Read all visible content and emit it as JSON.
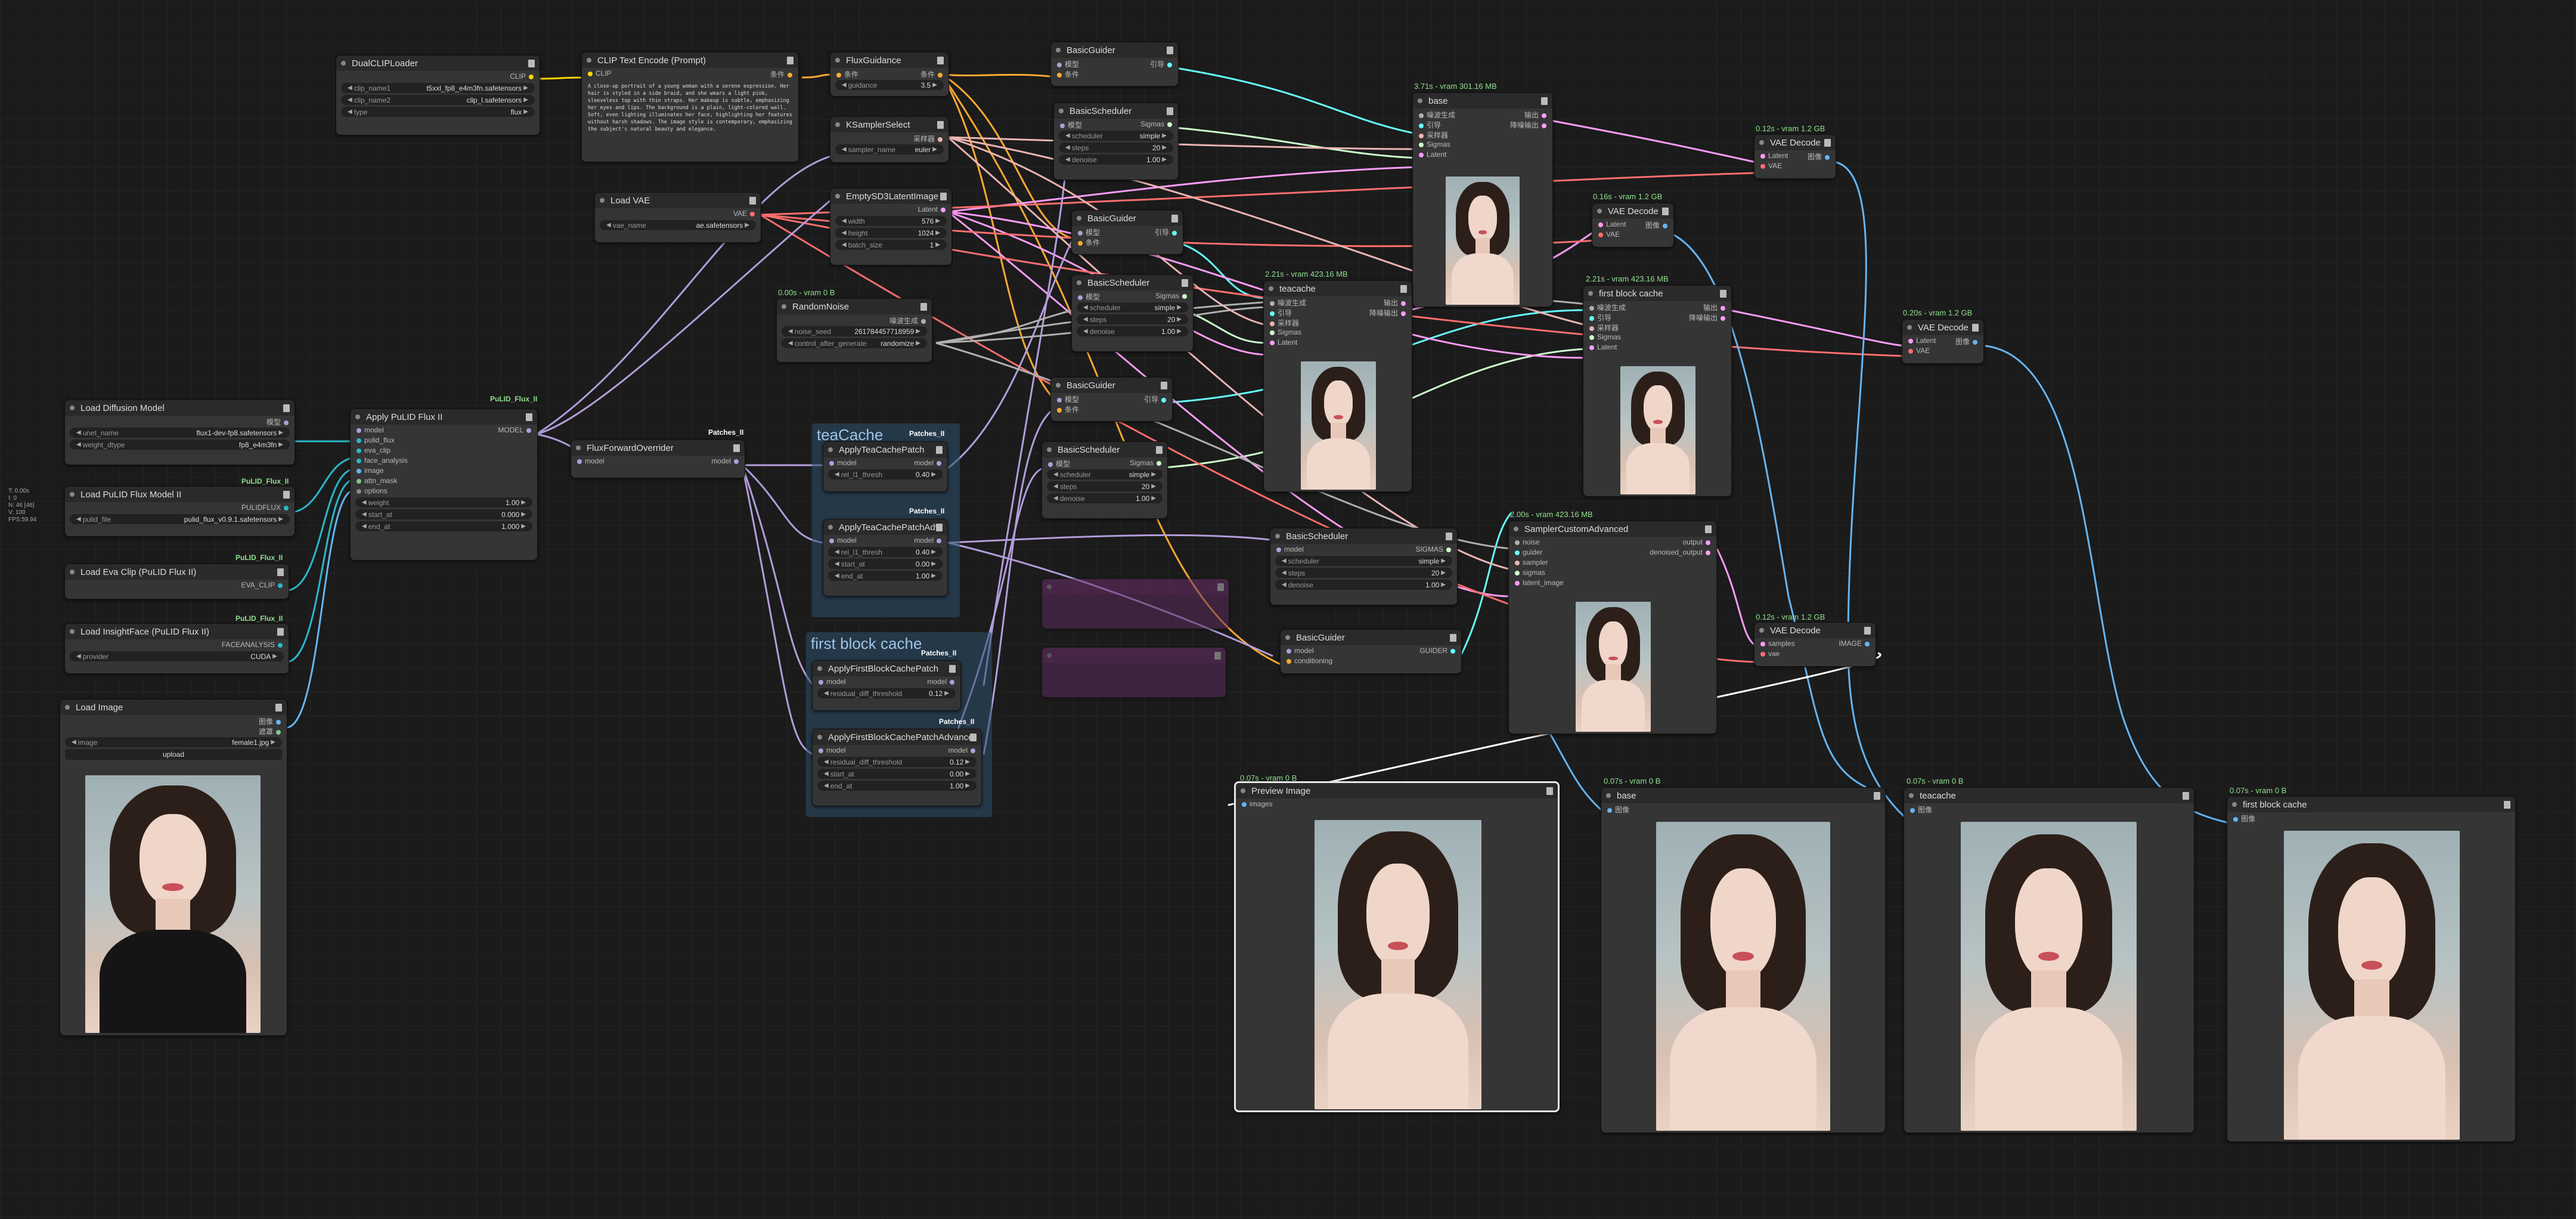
{
  "ui": {
    "side_stats": [
      "T: 0.00s",
      "I: 0",
      "N: 46 [46]",
      "V: 100",
      "FPS:59.94"
    ],
    "colors": {
      "clip": "#ffd500",
      "model": "#b39ddb",
      "conditioning": "#ffa931",
      "latent": "#ff9cf9",
      "vae": "#ff6e6e",
      "image": "#64b5f6",
      "sigmas": "#cdffcd",
      "guider": "#66ffff",
      "noise": "#b0b0b0",
      "sampler": "#ecb4b4",
      "pulid": "#2ab7ca",
      "bypass": "#8b3a8b"
    }
  },
  "groups": {
    "teacache": "teaCache",
    "fbc": "first block cache"
  },
  "nodes": {
    "dualclip": {
      "title": "DualCLIPLoader",
      "out": "CLIP",
      "clip_name1_l": "clip_name1",
      "clip_name1_v": "t5xxl_fp8_e4m3fn.safetensors",
      "clip_name2_l": "clip_name2",
      "clip_name2_v": "clip_l.safetensors",
      "type_l": "type",
      "type_v": "flux"
    },
    "cliptext": {
      "title": "CLIP Text Encode (Prompt)",
      "in": "CLIP",
      "out": "条件",
      "prompt": "A close-up portrait of a young woman with a serene expression. Her hair is styled in a side braid, and she wears a light pink, sleeveless top with thin straps. Her makeup is subtle, emphasizing her eyes and lips. The background is a plain, light-colored wall. Soft, even lighting illuminates her face, highlighting her features without harsh shadows. The image style is contemporary, emphasizing the subject's natural beauty and elegance."
    },
    "fluxguidance": {
      "title": "FluxGuidance",
      "in": "条件",
      "out": "条件",
      "g_l": "guidance",
      "g_v": "3.5"
    },
    "ksamplerselect": {
      "title": "KSamplerSelect",
      "out": "采样器",
      "s_l": "sampler_name",
      "s_v": "euler"
    },
    "loadvae": {
      "title": "Load VAE",
      "out": "VAE",
      "v_l": "vae_name",
      "v_v": "ae.safetensors"
    },
    "emptylatent": {
      "title": "EmptySD3LatentImage",
      "out": "Latent",
      "w_l": "width",
      "w_v": "576",
      "h_l": "height",
      "h_v": "1024",
      "b_l": "batch_size",
      "b_v": "1"
    },
    "randomnoise": {
      "title": "RandomNoise",
      "stat": "0.00s - vram 0 B",
      "out": "噪波生成",
      "n_l": "noise_seed",
      "n_v": "261784457718959",
      "c_l": "control_after_generate",
      "c_v": "randomize"
    },
    "guider1": {
      "title": "BasicGuider",
      "in1": "模型",
      "in2": "条件",
      "out": "引导"
    },
    "sched1": {
      "title": "BasicScheduler",
      "in": "模型",
      "out": "Sigmas",
      "s_l": "scheduler",
      "s_v": "simple",
      "st_l": "steps",
      "st_v": "20",
      "d_l": "denoise",
      "d_v": "1.00"
    },
    "guider2": {
      "title": "BasicGuider",
      "in1": "模型",
      "in2": "条件",
      "out": "引导"
    },
    "sched2": {
      "title": "BasicScheduler",
      "in": "模型",
      "out": "Sigmas",
      "s_l": "scheduler",
      "s_v": "simple",
      "st_l": "steps",
      "st_v": "20",
      "d_l": "denoise",
      "d_v": "1.00"
    },
    "guider3": {
      "title": "BasicGuider",
      "in1": "模型",
      "in2": "条件",
      "out": "引导"
    },
    "sched3": {
      "title": "BasicScheduler",
      "in": "模型",
      "out": "Sigmas",
      "s_l": "scheduler",
      "s_v": "simple",
      "st_l": "steps",
      "st_v": "20",
      "d_l": "denoise",
      "d_v": "1.00"
    },
    "base": {
      "title": "base",
      "stat": "3.71s - vram 301.16 MB",
      "ins": [
        "噪波生成",
        "引导",
        "采样器",
        "Sigmas",
        "Latent"
      ],
      "outs": [
        "输出",
        "降噪输出"
      ]
    },
    "teacache": {
      "title": "teacache",
      "stat": "2.21s - vram 423.16 MB",
      "ins": [
        "噪波生成",
        "引导",
        "采样器",
        "Sigmas",
        "Latent"
      ],
      "outs": [
        "输出",
        "降噪输出"
      ]
    },
    "fbcnode": {
      "title": "first block cache",
      "stat": "2.21s - vram 423.16 MB",
      "ins": [
        "噪波生成",
        "引导",
        "采样器",
        "Sigmas",
        "Latent"
      ],
      "outs": [
        "输出",
        "降噪输出"
      ]
    },
    "vae1": {
      "title": "VAE Decode",
      "stat": "0.12s - vram 1.2 GB",
      "in1": "Latent",
      "in2": "VAE",
      "out": "图像"
    },
    "vae2": {
      "title": "VAE Decode",
      "stat": "0.16s - vram 1.2 GB",
      "in1": "Latent",
      "in2": "VAE",
      "out": "图像"
    },
    "vae3": {
      "title": "VAE Decode",
      "stat": "0.20s - vram 1.2 GB",
      "in1": "Latent",
      "in2": "VAE",
      "out": "图像"
    },
    "vae4": {
      "title": "VAE Decode",
      "stat": "0.12s - vram 1.2 GB",
      "in1": "samples",
      "in2": "vae",
      "out": "IMAGE"
    },
    "loaddiff": {
      "title": "Load Diffusion Model",
      "out": "模型",
      "u_l": "unet_name",
      "u_v": "flux1-dev-fp8.safetensors",
      "w_l": "weight_dtype",
      "w_v": "fp8_e4m3fn"
    },
    "loadpulid": {
      "title": "Load PuLID Flux Model II",
      "badge": "PuLID_Flux_II",
      "out": "PULIDFLUX",
      "p_l": "pulid_file",
      "p_v": "pulid_flux_v0.9.1.safetensors"
    },
    "loadeva": {
      "title": "Load Eva Clip (PuLID Flux II)",
      "badge": "PuLID_Flux_II",
      "out": "EVA_CLIP"
    },
    "loadinsight": {
      "title": "Load InsightFace (PuLID Flux II)",
      "badge": "PuLID_Flux_II",
      "out": "FACEANALYSIS",
      "p_l": "provider",
      "p_v": "CUDA"
    },
    "loadimage": {
      "title": "Load Image",
      "out1": "图像",
      "out2": "遮罩",
      "i_l": "image",
      "i_v": "female1.jpg",
      "upload": "upload"
    },
    "applypulid": {
      "title": "Apply PuLID Flux II",
      "badge": "PuLID_Flux_II",
      "ins": [
        "model",
        "pulid_flux",
        "eva_clip",
        "face_analysis",
        "image",
        "attn_mask",
        "options"
      ],
      "out": "MODEL",
      "w_l": "weight",
      "w_v": "1.00",
      "s_l": "start_at",
      "s_v": "0.000",
      "e_l": "end_at",
      "e_v": "1.000"
    },
    "fluxfwd": {
      "title": "FluxForwardOverrider",
      "badge": "Patches_II",
      "in": "model",
      "out": "model"
    },
    "teapatch": {
      "title": "ApplyTeaCachePatch",
      "badge": "Patches_II",
      "in": "model",
      "out": "model",
      "r_l": "rel_l1_thresh",
      "r_v": "0.40"
    },
    "teapatchadv": {
      "title": "ApplyTeaCachePatchAdvanced",
      "badge": "Patches_II",
      "in": "model",
      "out": "model",
      "r_l": "rel_l1_thresh",
      "r_v": "0.40",
      "s_l": "start_at",
      "s_v": "0.00",
      "e_l": "end_at",
      "e_v": "1.00"
    },
    "fbcpatch": {
      "title": "ApplyFirstBlockCachePatch",
      "badge": "Patches_II",
      "in": "model",
      "out": "model",
      "r_l": "residual_diff_threshold",
      "r_v": "0.12"
    },
    "fbcpatchadv": {
      "title": "ApplyFirstBlockCachePatchAdvanced",
      "badge": "Patches_II",
      "in": "model",
      "out": "model",
      "r_l": "residual_diff_threshold",
      "r_v": "0.12",
      "s_l": "start_at",
      "s_v": "0.00",
      "e_l": "end_at",
      "e_v": "1.00"
    },
    "sched4": {
      "title": "BasicScheduler",
      "in": "model",
      "out": "SIGMAS",
      "s_l": "scheduler",
      "s_v": "simple",
      "st_l": "steps",
      "st_v": "20",
      "d_l": "denoise",
      "d_v": "1.00"
    },
    "guider4": {
      "title": "BasicGuider",
      "in1": "model",
      "in2": "conditioning",
      "out": "GUIDER"
    },
    "samplercustom": {
      "title": "SamplerCustomAdvanced",
      "stat": "2.00s - vram 423.16 MB",
      "ins": [
        "noise",
        "guider",
        "sampler",
        "sigmas",
        "latent_image"
      ],
      "outs": [
        "output",
        "denoised_output"
      ]
    },
    "preview": {
      "title": "Preview Image",
      "stat": "0.07s - vram 0 B",
      "in": "images"
    },
    "savebase": {
      "title": "base",
      "stat": "0.07s - vram 0 B",
      "in": "图像"
    },
    "saveteacache": {
      "title": "teacache",
      "stat": "0.07s - vram 0 B",
      "in": "图像"
    },
    "savefbc": {
      "title": "first block cache",
      "stat": "0.07s - vram 0 B",
      "in": "图像"
    }
  }
}
